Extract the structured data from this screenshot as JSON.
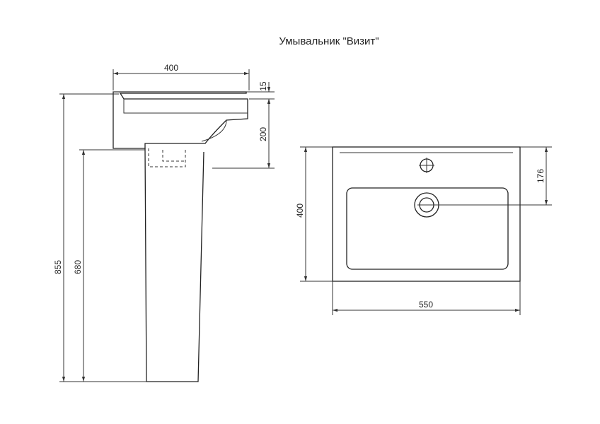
{
  "title": "Умывальник \"Визит\"",
  "side_view": {
    "width": "400",
    "rim": "15",
    "bowl_height": "200",
    "total_height": "855",
    "pedestal_height": "680"
  },
  "top_view": {
    "depth": "400",
    "width": "550",
    "drain_offset": "176"
  }
}
